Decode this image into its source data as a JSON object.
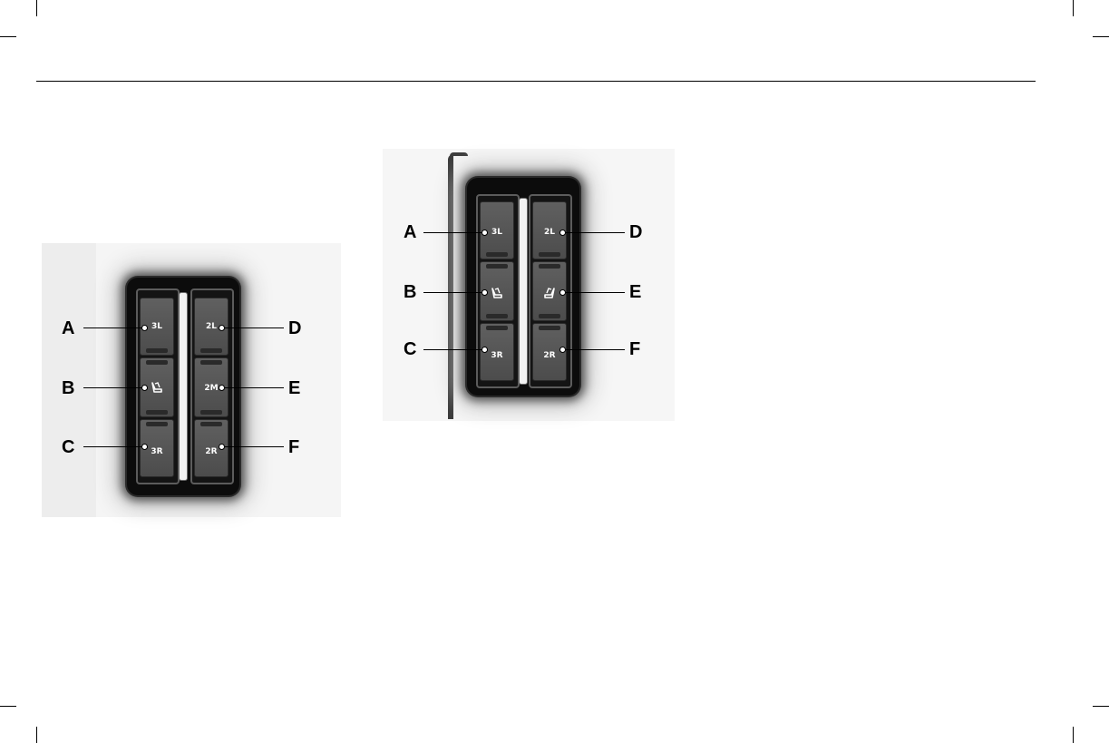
{
  "figure_left": {
    "buttons": [
      {
        "id": "A",
        "label": "3L",
        "icon": null
      },
      {
        "id": "B",
        "label": "",
        "icon": "seat-fold-icon"
      },
      {
        "id": "C",
        "label": "3R",
        "icon": null
      },
      {
        "id": "D",
        "label": "2L",
        "icon": null
      },
      {
        "id": "E",
        "label": "2M",
        "icon": null
      },
      {
        "id": "F",
        "label": "2R",
        "icon": null
      }
    ],
    "callouts": [
      "A",
      "B",
      "C",
      "D",
      "E",
      "F"
    ]
  },
  "figure_right": {
    "buttons": [
      {
        "id": "A",
        "label": "3L",
        "icon": null
      },
      {
        "id": "B",
        "label": "",
        "icon": "seat-fold-icon"
      },
      {
        "id": "C",
        "label": "3R",
        "icon": null
      },
      {
        "id": "D",
        "label": "2L",
        "icon": null
      },
      {
        "id": "E",
        "label": "",
        "icon": "seat-fold-icon-mirrored"
      },
      {
        "id": "F",
        "label": "2R",
        "icon": null
      }
    ],
    "callouts": [
      "A",
      "B",
      "C",
      "D",
      "E",
      "F"
    ]
  }
}
